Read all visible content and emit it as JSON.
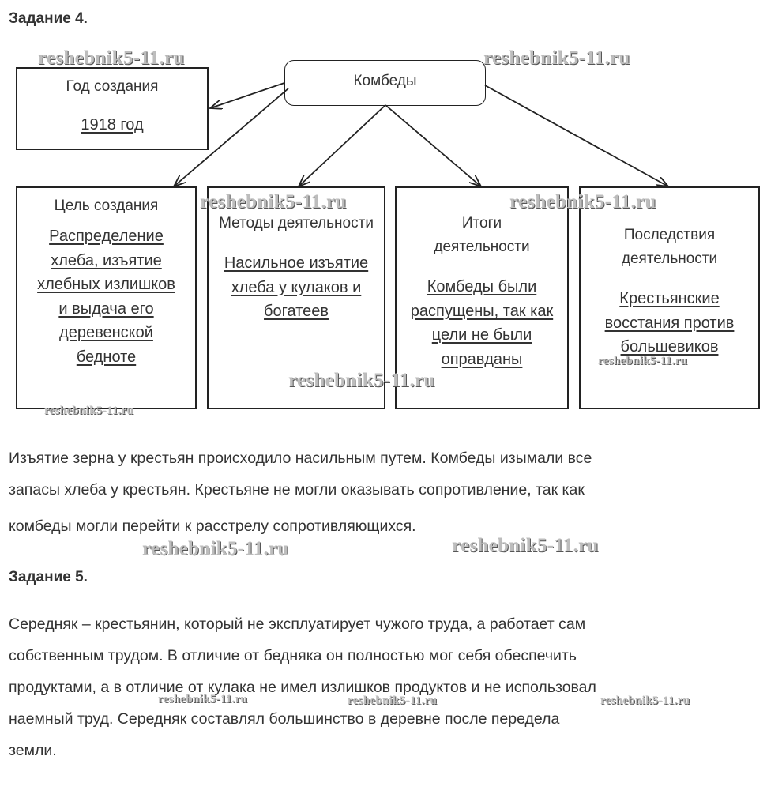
{
  "task4": {
    "heading": "Задание 4.",
    "diagram": {
      "center": "Комбеды",
      "year_box": {
        "title": "Год создания",
        "answer": "1918 год"
      },
      "boxes": [
        {
          "title": "Цель создания",
          "answer": "Распределение хлеба, изъятие хлебных излишков и выдача его деревенской бедноте"
        },
        {
          "title": "Методы деятельности",
          "answer": "Насильное изъятие хлеба у кулаков и богатеев"
        },
        {
          "title": "Итоги деятельности",
          "answer": "Комбеды были распущены, так как цели не были оправданы"
        },
        {
          "title": "Последствия деятельности",
          "answer": "Крестьянские восстания против большевиков"
        }
      ]
    },
    "paragraph_lines": [
      "Изъятие зерна у крестьян происходило насильным путем. Комбеды изымали все",
      "запасы хлеба у крестьян. Крестьяне не могли оказывать сопротивление, так как",
      "комбеды могли перейти к расстрелу сопротивляющихся."
    ]
  },
  "task5": {
    "heading": "Задание 5.",
    "paragraph_lines": [
      "Середняк – крестьянин, который не эксплуатирует чужого труда, а работает сам",
      "собственным трудом. В отличие от бедняка он полностью мог себя обеспечить",
      "продуктами, а в отличие от кулака не имел излишков продуктов и не использовал",
      "наемный труд. Середняк составлял большинство в деревне после передела",
      "земли."
    ]
  },
  "watermark": "reshebnik5-11.ru"
}
